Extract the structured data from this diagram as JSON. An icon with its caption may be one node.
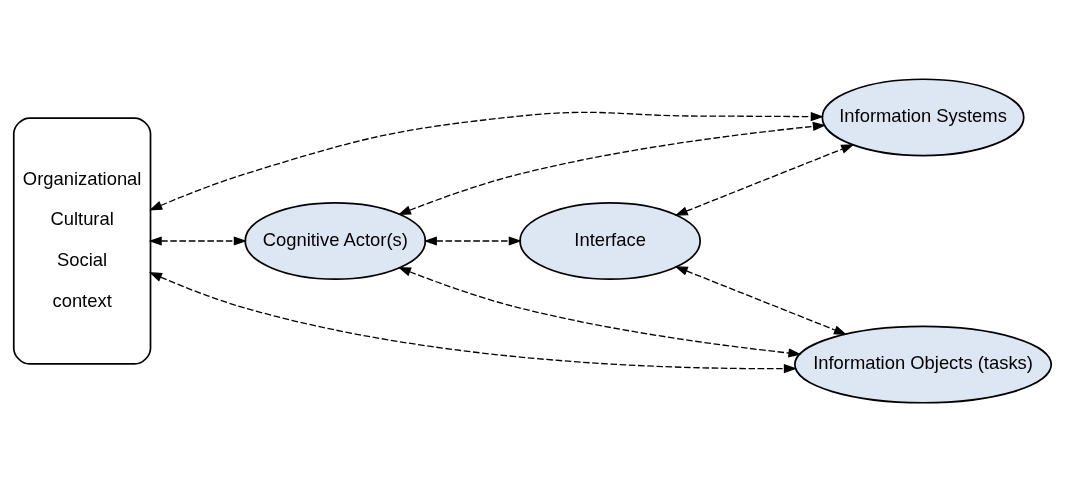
{
  "diagram": {
    "nodes": [
      {
        "text": [
          "Organizational",
          "Cultural",
          "Social",
          "context"
        ]
      },
      {
        "text": [
          "Cognitive Actor(s)"
        ]
      },
      {
        "text": [
          "Interface"
        ]
      },
      {
        "text": [
          "Information Objects (tasks)"
        ]
      },
      {
        "text": [
          "Information Systems"
        ]
      }
    ],
    "edges": [
      {
        "from": 0,
        "to": 3,
        "arrow": "both",
        "style": "dashed"
      },
      {
        "from": 1,
        "to": 3,
        "arrow": "both",
        "style": "dashed"
      },
      {
        "from": 0,
        "to": 1,
        "arrow": "both",
        "style": "dashed"
      },
      {
        "from": 1,
        "to": 2,
        "arrow": "both",
        "style": "dashed"
      },
      {
        "from": 2,
        "to": 3,
        "arrow": "both",
        "style": "dashed"
      },
      {
        "from": 2,
        "to": 4,
        "arrow": "both",
        "style": "dashed"
      },
      {
        "from": 1,
        "to": 4,
        "arrow": "both",
        "style": "dashed"
      },
      {
        "from": 0,
        "to": 4,
        "arrow": "both",
        "style": "dashed"
      }
    ]
  }
}
